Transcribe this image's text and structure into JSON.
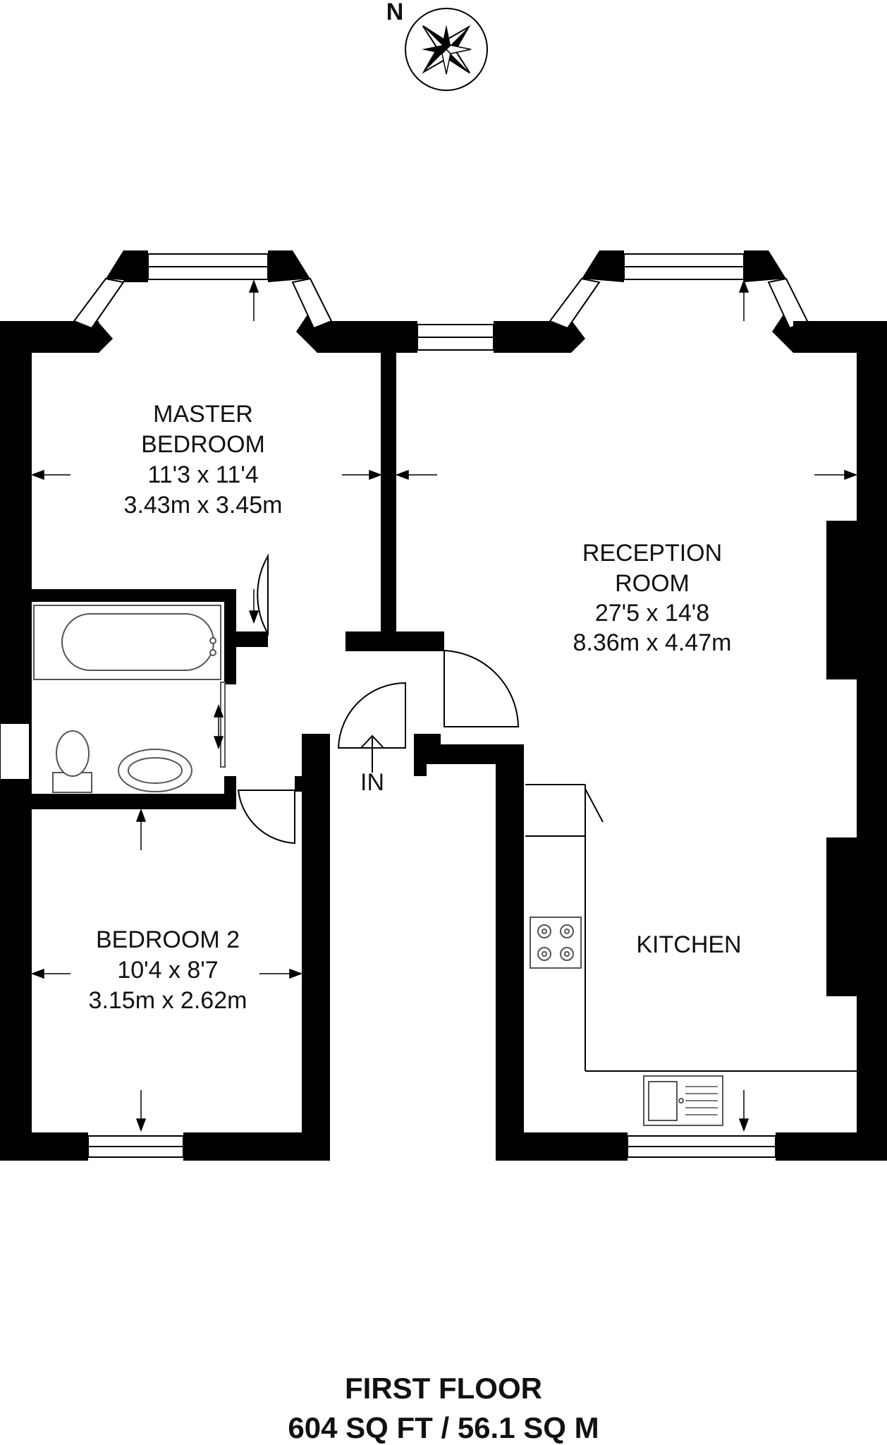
{
  "compass": {
    "north_label": "N",
    "icon": "compass-rose-icon"
  },
  "rooms": {
    "master_bedroom": {
      "name_line1": "MASTER",
      "name_line2": "BEDROOM",
      "dim_imperial": "11'3 x 11'4",
      "dim_metric": "3.43m x 3.45m"
    },
    "reception_room": {
      "name_line1": "RECEPTION",
      "name_line2": "ROOM",
      "dim_imperial": "27'5 x 14'8",
      "dim_metric": "8.36m x 4.47m"
    },
    "bedroom_2": {
      "name": "BEDROOM 2",
      "dim_imperial": "10'4 x 8'7",
      "dim_metric": "3.15m x 2.62m"
    },
    "kitchen": {
      "name": "KITCHEN"
    }
  },
  "entrance": {
    "label": "IN"
  },
  "footer": {
    "floor": "FIRST FLOOR",
    "area": "604 SQ FT / 56.1 SQ M"
  }
}
